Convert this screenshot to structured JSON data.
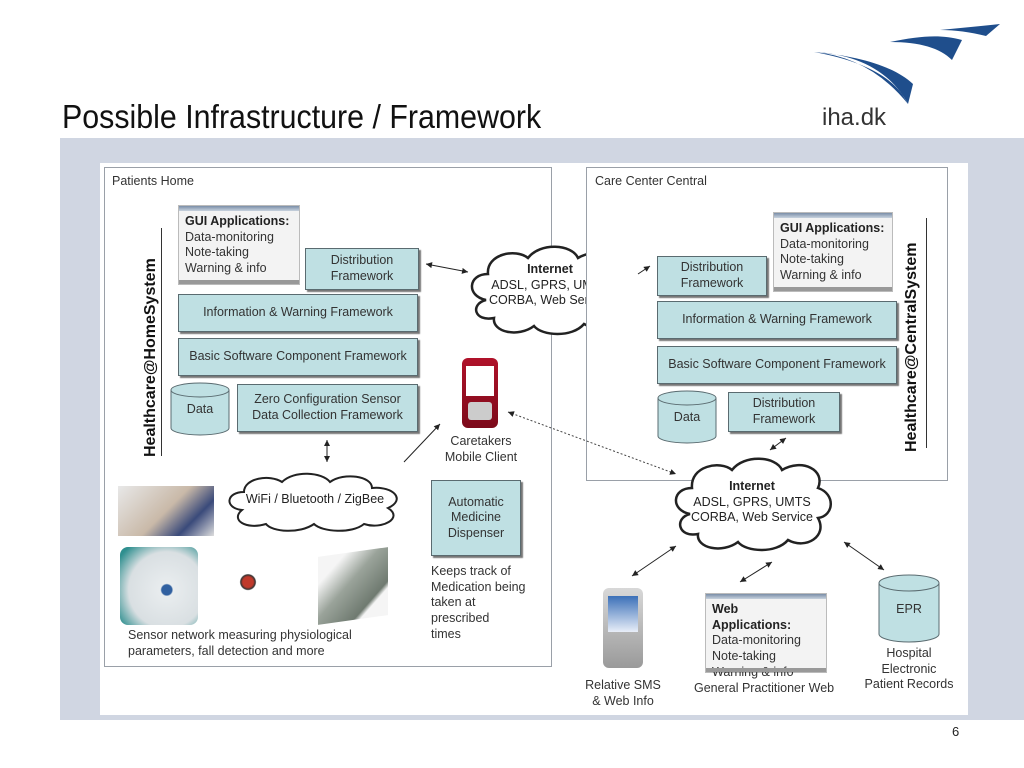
{
  "slide": {
    "title": "Possible Infrastructure / Framework",
    "logo_text": "iha.dk",
    "page_number": "6",
    "brand_color": "#1f4e8c"
  },
  "home": {
    "region_label": "Patients Home",
    "system_label": "Healthcare@HomeSystem",
    "gui": {
      "heading": "GUI Applications:",
      "items": [
        "Data-monitoring",
        "Note-taking",
        "Warning & info"
      ]
    },
    "distribution": "Distribution Framework",
    "info_warning": "Information & Warning Framework",
    "basic_sw": "Basic Software Component Framework",
    "data": "Data",
    "sensor_fw_line1": "Zero Configuration Sensor",
    "sensor_fw_line2": "Data Collection Framework",
    "wireless_cloud": "WiFi / Bluetooth / ZigBee",
    "dispenser_line1": "Automatic",
    "dispenser_line2": "Medicine",
    "dispenser_line3": "Dispenser",
    "dispenser_note": [
      "Keeps track of",
      "Medication being",
      "taken at",
      "prescribed",
      "times"
    ],
    "sensor_caption": [
      "Sensor network measuring physiological",
      "parameters, fall detection and more"
    ]
  },
  "mobile": {
    "label_line1": "Caretakers",
    "label_line2": "Mobile Client"
  },
  "internet_top": {
    "heading": "Internet",
    "line1": "ADSL, GPRS, UMTS",
    "line2": "CORBA, Web Service"
  },
  "central": {
    "region_label": "Care Center Central",
    "system_label": "Healthcare@CentralSystem",
    "gui": {
      "heading": "GUI Applications:",
      "items": [
        "Data-monitoring",
        "Note-taking",
        "Warning & info"
      ]
    },
    "distribution": "Distribution Framework",
    "info_warning": "Information & Warning Framework",
    "basic_sw": "Basic Software Component Framework",
    "data": "Data",
    "distribution2": "Distribution Framework"
  },
  "internet_bottom": {
    "heading": "Internet",
    "line1": "ADSL, GPRS, UMTS",
    "line2": "CORBA, Web Service"
  },
  "endpoints": {
    "relative_line1": "Relative SMS",
    "relative_line2": "& Web Info",
    "web_app": {
      "heading": "Web Applications:",
      "items": [
        "Data-monitoring",
        "Note-taking",
        "Warning & info"
      ]
    },
    "gp_label": "General Practitioner Web",
    "epr": "EPR",
    "epr_label": [
      "Hospital",
      "Electronic",
      "Patient Records"
    ]
  }
}
